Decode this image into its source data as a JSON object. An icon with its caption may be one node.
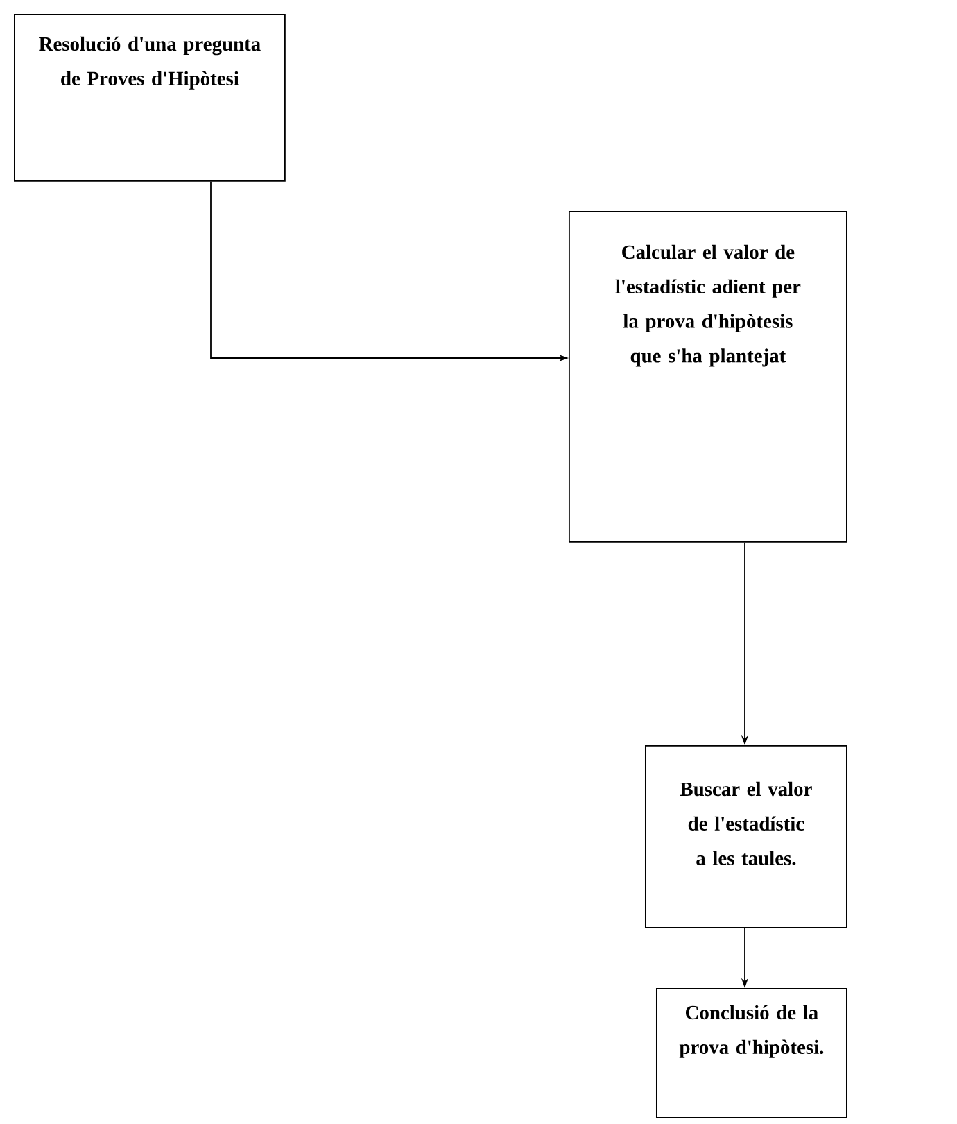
{
  "diagram": {
    "nodes": [
      {
        "text": [
          "Resolució d'una pregunta de Proves d'Hipòtesi"
        ]
      },
      {
        "text": [
          "Calcular el valor de l'estadístic adient per la prova d'hipòtesis que s'ha plantejat"
        ]
      },
      {
        "text": [
          "Buscar el valor de l'estadístic a les taules."
        ]
      },
      {
        "text": [
          "Conclusió de la prova d'hipòtesi."
        ]
      }
    ],
    "edges": [
      {
        "from": 0,
        "to": 1,
        "arrow": "to"
      },
      {
        "from": 1,
        "to": 2,
        "arrow": "to"
      },
      {
        "from": 2,
        "to": 3,
        "arrow": "to"
      }
    ]
  }
}
